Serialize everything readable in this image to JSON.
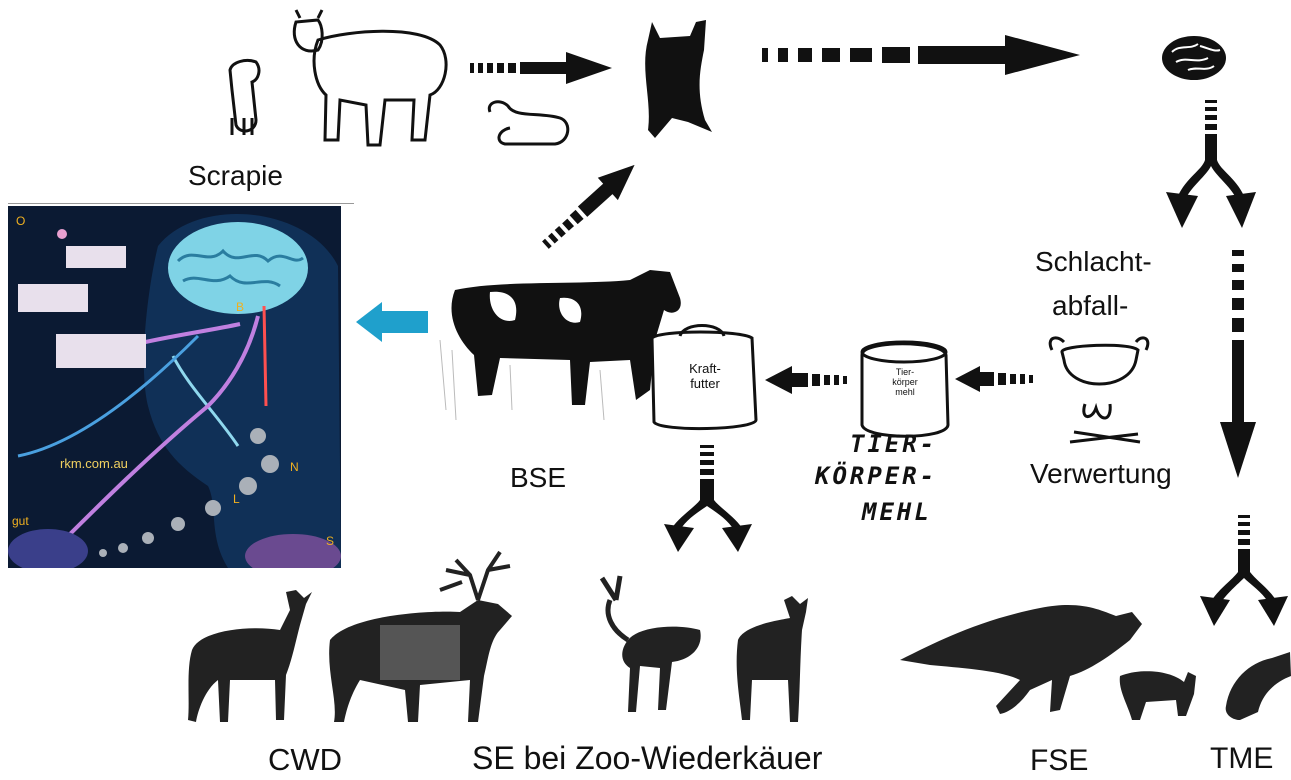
{
  "labels": {
    "scrapie": "Scrapie",
    "bse": "BSE",
    "schlacht": "Schlacht-",
    "abfall": "abfall-",
    "verwertung": "Verwertung",
    "cwd": "CWD",
    "se_zoo": "SE bei Zoo-Wiederkäuer",
    "fse": "FSE",
    "tme": "TME"
  },
  "bag": {
    "line1": "Kraft-",
    "line2": "futter"
  },
  "can": {
    "line1": "Tier-",
    "line2": "körper",
    "line3": "mehl"
  },
  "handwritten": {
    "line1": "TIER-",
    "line2": "KÖRPER-",
    "line3": "MEHL"
  },
  "inset": {
    "site": "rkm.com.au",
    "letters": [
      "O",
      "B",
      "N",
      "L",
      "gut",
      "S"
    ],
    "colors": {
      "background": "#0b1a33",
      "brain": "#7fd3e6",
      "nerve": "#c080e0",
      "label": "#f0b020"
    }
  },
  "arrow_color": "#1fa0cc"
}
